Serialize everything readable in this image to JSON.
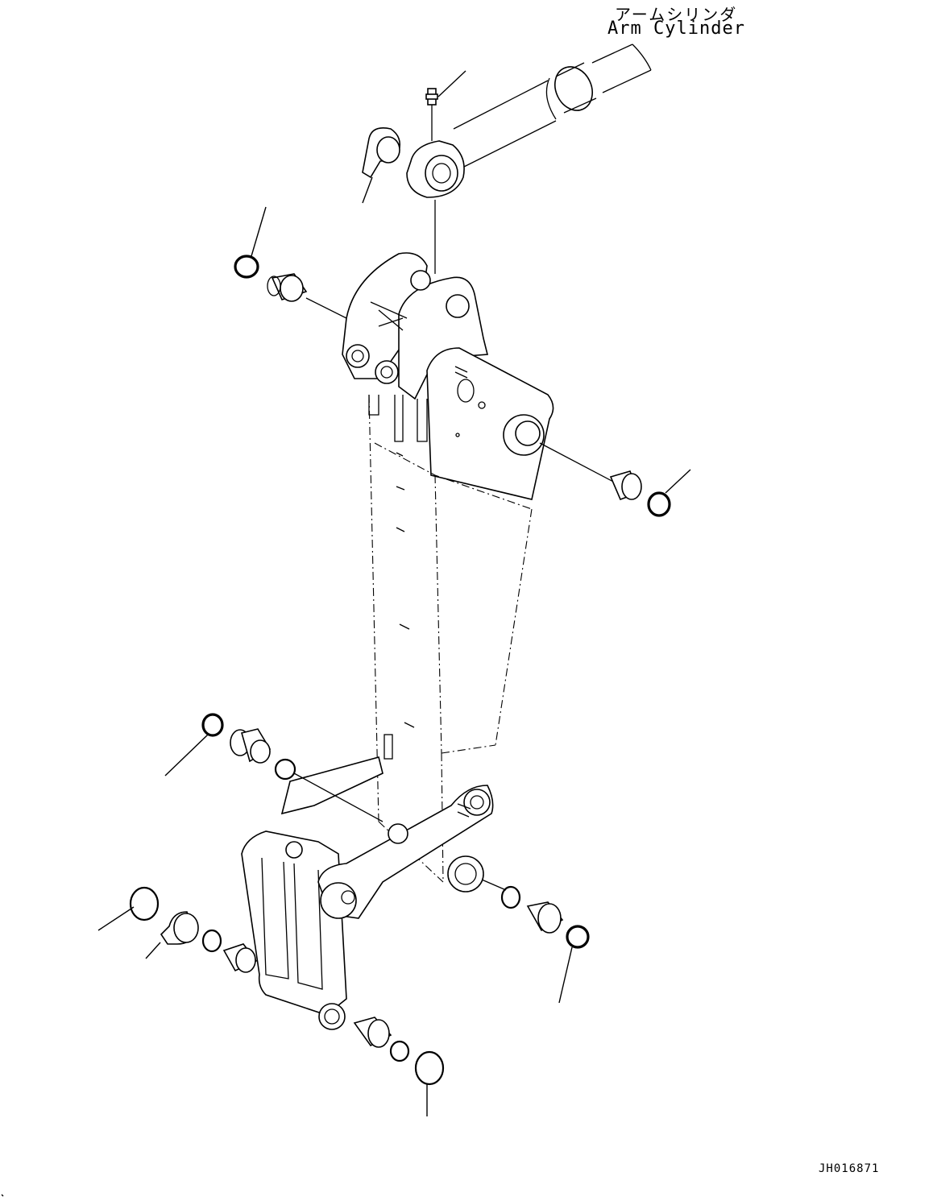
{
  "labels": {
    "arm_cylinder_jp": "アームシリンダ",
    "arm_cylinder_en": "Arm Cylinder",
    "drawing_code": "JH016871"
  },
  "style": {
    "line_color": "#000000",
    "background": "#ffffff"
  },
  "icons": {
    "arm-cylinder": "hydraulic-cylinder",
    "grease-fitting": "grease-nipple",
    "shim": "tabbed-shim",
    "bushing": "flanged-bushing",
    "snap-ring": "retaining-ring",
    "seal": "o-ring",
    "arm": "excavator-arm",
    "link": "link-bracket"
  }
}
